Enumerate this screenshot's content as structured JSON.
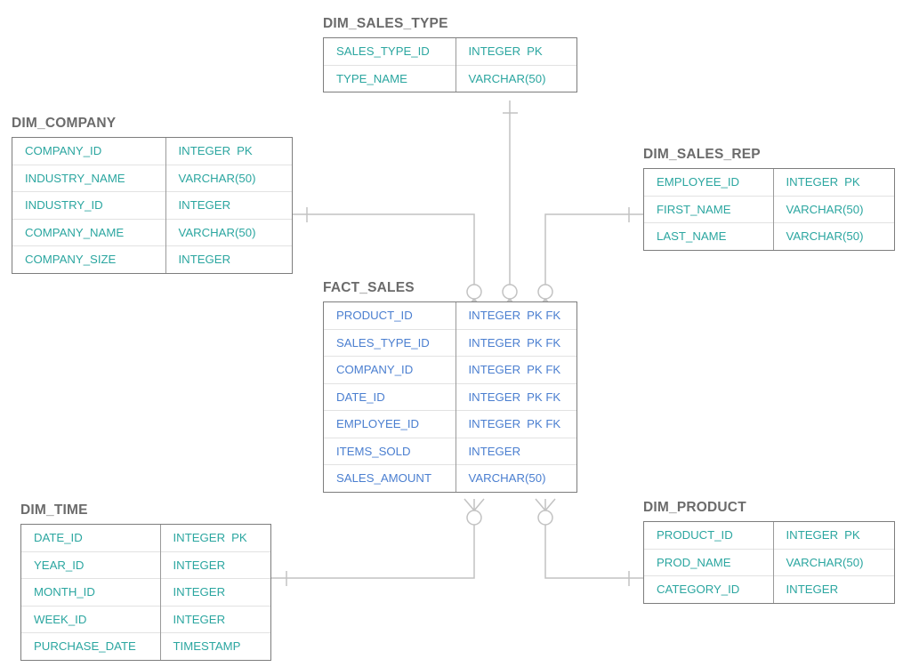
{
  "diagram": {
    "type": "entity-relationship-diagram",
    "notation": "crow-foot",
    "colors": {
      "dimension_text": "#2ba6a0",
      "fact_text": "#4b7fd0",
      "title_text": "#6b6b6b",
      "box_border": "#7d7d7d",
      "row_divider": "#e2e2e2",
      "connector": "#c2c2c2",
      "background": "#ffffff"
    }
  },
  "entities": [
    {
      "id": "dim_sales_type",
      "name": "DIM_SALES_TYPE",
      "kind": "dimension",
      "attributes": [
        {
          "name": "SALES_TYPE_ID",
          "type": "INTEGER",
          "keys": "PK"
        },
        {
          "name": "TYPE_NAME",
          "type": "VARCHAR(50)",
          "keys": ""
        }
      ]
    },
    {
      "id": "dim_company",
      "name": "DIM_COMPANY",
      "kind": "dimension",
      "attributes": [
        {
          "name": "COMPANY_ID",
          "type": "INTEGER",
          "keys": "PK"
        },
        {
          "name": "INDUSTRY_NAME",
          "type": "VARCHAR(50)",
          "keys": ""
        },
        {
          "name": "INDUSTRY_ID",
          "type": "INTEGER",
          "keys": ""
        },
        {
          "name": "COMPANY_NAME",
          "type": "VARCHAR(50)",
          "keys": ""
        },
        {
          "name": "COMPANY_SIZE",
          "type": "INTEGER",
          "keys": ""
        }
      ]
    },
    {
      "id": "dim_sales_rep",
      "name": "DIM_SALES_REP",
      "kind": "dimension",
      "attributes": [
        {
          "name": "EMPLOYEE_ID",
          "type": "INTEGER",
          "keys": "PK"
        },
        {
          "name": "FIRST_NAME",
          "type": "VARCHAR(50)",
          "keys": ""
        },
        {
          "name": "LAST_NAME",
          "type": "VARCHAR(50)",
          "keys": ""
        }
      ]
    },
    {
      "id": "fact_sales",
      "name": "FACT_SALES",
      "kind": "fact",
      "attributes": [
        {
          "name": "PRODUCT_ID",
          "type": "INTEGER",
          "keys": "PK  FK"
        },
        {
          "name": "SALES_TYPE_ID",
          "type": "INTEGER",
          "keys": "PK  FK"
        },
        {
          "name": "COMPANY_ID",
          "type": "INTEGER",
          "keys": "PK  FK"
        },
        {
          "name": "DATE_ID",
          "type": "INTEGER",
          "keys": "PK  FK"
        },
        {
          "name": "EMPLOYEE_ID",
          "type": "INTEGER",
          "keys": "PK  FK"
        },
        {
          "name": "ITEMS_SOLD",
          "type": "INTEGER",
          "keys": ""
        },
        {
          "name": "SALES_AMOUNT",
          "type": "VARCHAR(50)",
          "keys": ""
        }
      ]
    },
    {
      "id": "dim_time",
      "name": "DIM_TIME",
      "kind": "dimension",
      "attributes": [
        {
          "name": "DATE_ID",
          "type": "INTEGER",
          "keys": "PK"
        },
        {
          "name": "YEAR_ID",
          "type": "INTEGER",
          "keys": ""
        },
        {
          "name": "MONTH_ID",
          "type": "INTEGER",
          "keys": ""
        },
        {
          "name": "WEEK_ID",
          "type": "INTEGER",
          "keys": ""
        },
        {
          "name": "PURCHASE_DATE",
          "type": "TIMESTAMP",
          "keys": ""
        }
      ]
    },
    {
      "id": "dim_product",
      "name": "DIM_PRODUCT",
      "kind": "dimension",
      "attributes": [
        {
          "name": "PRODUCT_ID",
          "type": "INTEGER",
          "keys": "PK"
        },
        {
          "name": "PROD_NAME",
          "type": "VARCHAR(50)",
          "keys": ""
        },
        {
          "name": "CATEGORY_ID",
          "type": "INTEGER",
          "keys": ""
        }
      ]
    }
  ],
  "relationships": [
    {
      "id": "rel_company_sales",
      "from": "DIM_COMPANY",
      "to": "FACT_SALES",
      "from_cardinality": "one",
      "to_cardinality": "zero-or-many"
    },
    {
      "id": "rel_sales_type_sales",
      "from": "DIM_SALES_TYPE",
      "to": "FACT_SALES",
      "from_cardinality": "one",
      "to_cardinality": "zero-or-many"
    },
    {
      "id": "rel_sales_rep_sales",
      "from": "DIM_SALES_REP",
      "to": "FACT_SALES",
      "from_cardinality": "one",
      "to_cardinality": "zero-or-many"
    },
    {
      "id": "rel_time_sales",
      "from": "DIM_TIME",
      "to": "FACT_SALES",
      "from_cardinality": "one",
      "to_cardinality": "zero-or-many"
    },
    {
      "id": "rel_product_sales",
      "from": "DIM_PRODUCT",
      "to": "FACT_SALES",
      "from_cardinality": "one",
      "to_cardinality": "zero-or-many"
    }
  ]
}
